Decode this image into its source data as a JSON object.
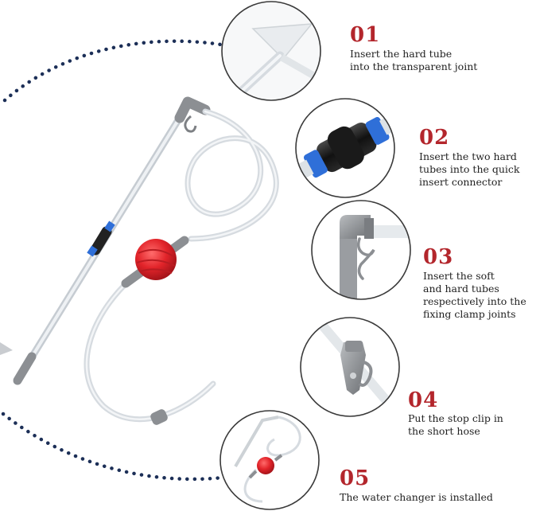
{
  "colors": {
    "accent": "#b3262c",
    "dots": "#1c2f57",
    "text": "#222222",
    "tube": "#d6dbe0",
    "bulb": "#e2242a",
    "connector_blue": "#2f6fd8",
    "joint_gray": "#8c8f93"
  },
  "steps": [
    {
      "number": "01",
      "text": "Insert the hard tube\ninto the transparent joint",
      "icon": "funnel-joint-icon"
    },
    {
      "number": "02",
      "text": "Insert the two hard\ntubes into the quick\ninsert connector",
      "icon": "quick-connector-icon"
    },
    {
      "number": "03",
      "text": "Insert the soft\nand hard tubes\nrespectively into the\nfixing clamp joints",
      "icon": "elbow-clamp-icon"
    },
    {
      "number": "04",
      "text": "Put the stop clip in\nthe short hose",
      "icon": "stop-clip-icon"
    },
    {
      "number": "05",
      "text": "The water changer is installed",
      "icon": "assembled-siphon-icon"
    }
  ]
}
